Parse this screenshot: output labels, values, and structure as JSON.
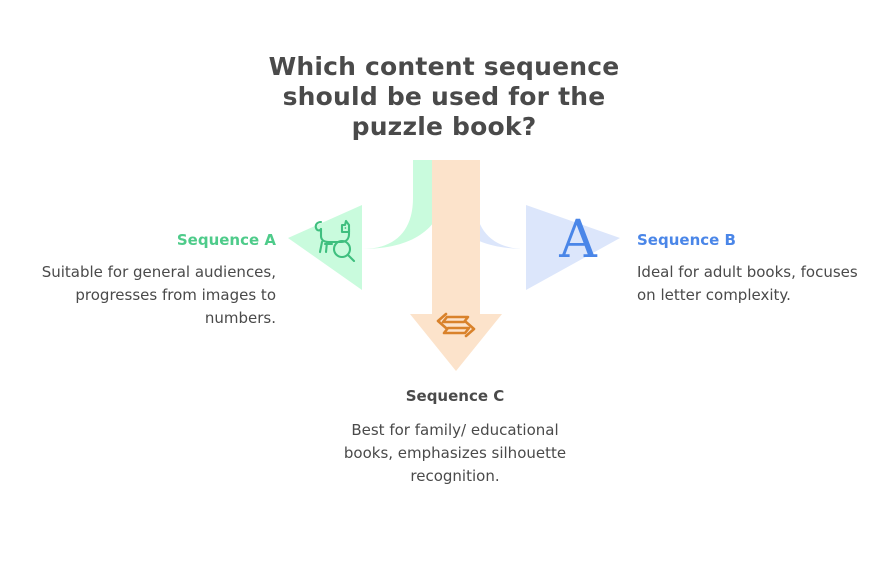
{
  "title": "Which content sequence should be used for the puzzle book?",
  "background_color": "#ffffff",
  "branches": {
    "left": {
      "label": "Sequence A",
      "label_color": "#4ecb8a",
      "arrow_fill": "#c9fbdd",
      "icon": "cat-magnifier-icon",
      "icon_color": "#3fbf7f",
      "description": "Suitable for general audiences, progresses from images to numbers."
    },
    "center": {
      "label": "Sequence C",
      "label_color": "#4a4a4a",
      "arrow_fill": "#fce3cb",
      "icon": "double-chevron-swap-icon",
      "icon_color": "#d9822b",
      "description": "Best for family/ educational books, emphasizes silhouette recognition."
    },
    "right": {
      "label": "Sequence B",
      "label_color": "#4a86e8",
      "arrow_fill": "#dce6fb",
      "icon": "letter-a-icon",
      "icon_glyph": "A",
      "icon_color": "#4a86e8",
      "description": "Ideal for adult books, focuses on letter complexity."
    }
  }
}
